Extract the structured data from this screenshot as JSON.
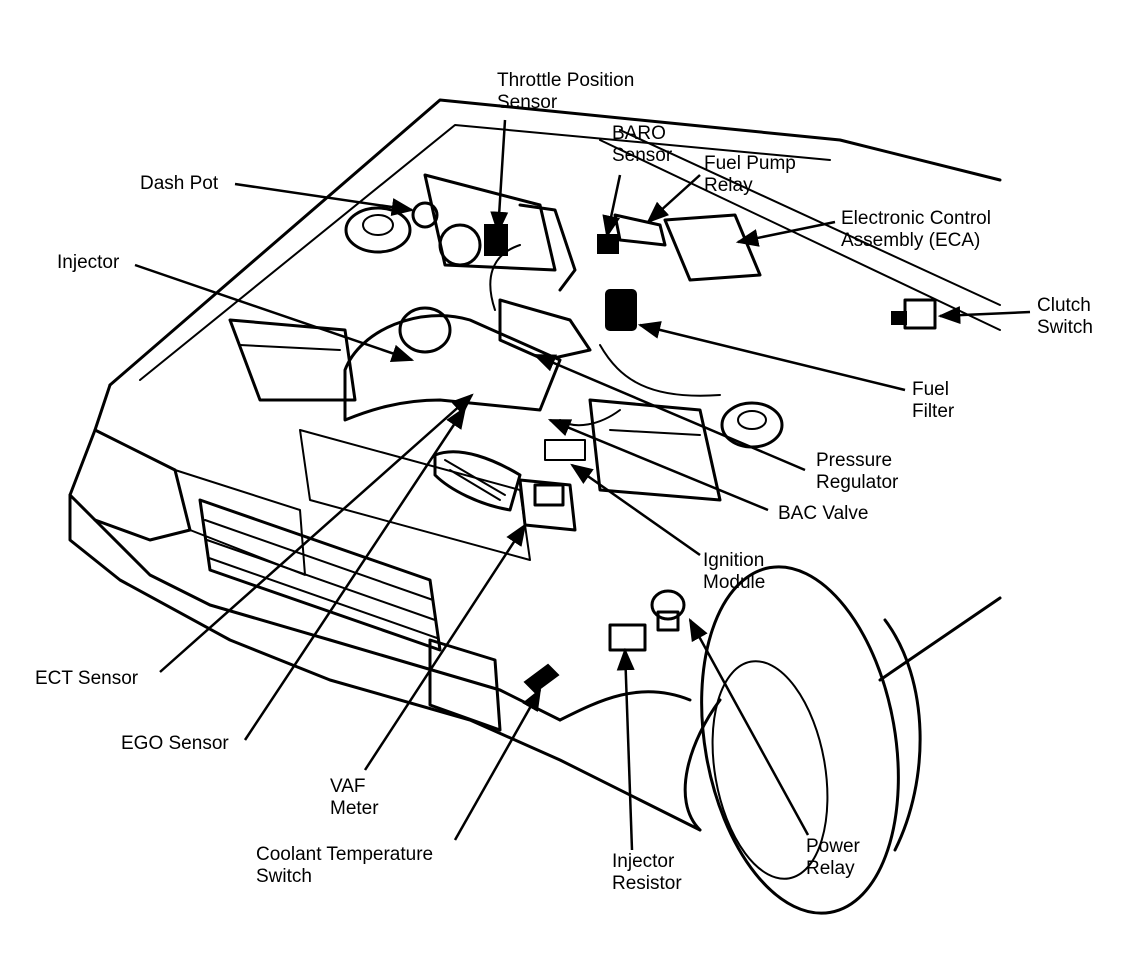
{
  "labels": {
    "throttle_position_sensor": [
      "Throttle Position",
      "Sensor"
    ],
    "baro_sensor": [
      "BARO",
      "Sensor"
    ],
    "fuel_pump_relay": [
      "Fuel Pump",
      "Relay"
    ],
    "dash_pot": [
      "Dash Pot"
    ],
    "electronic_control_assembly": [
      "Electronic Control",
      "Assembly (ECA)"
    ],
    "injector": [
      "Injector"
    ],
    "clutch_switch": [
      "Clutch",
      "Switch"
    ],
    "fuel_filter": [
      "Fuel",
      "Filter"
    ],
    "pressure_regulator": [
      "Pressure",
      "Regulator"
    ],
    "bac_valve": [
      "BAC Valve"
    ],
    "ignition_module": [
      "Ignition",
      "Module"
    ],
    "ect_sensor": [
      "ECT Sensor"
    ],
    "ego_sensor": [
      "EGO Sensor"
    ],
    "vaf_meter": [
      "VAF",
      "Meter"
    ],
    "coolant_temperature_switch": [
      "Coolant Temperature",
      "Switch"
    ],
    "injector_resistor": [
      "Injector",
      "Resistor"
    ],
    "power_relay": [
      "Power",
      "Relay"
    ]
  },
  "colors": {
    "ink": "#000000",
    "background": "#ffffff"
  }
}
